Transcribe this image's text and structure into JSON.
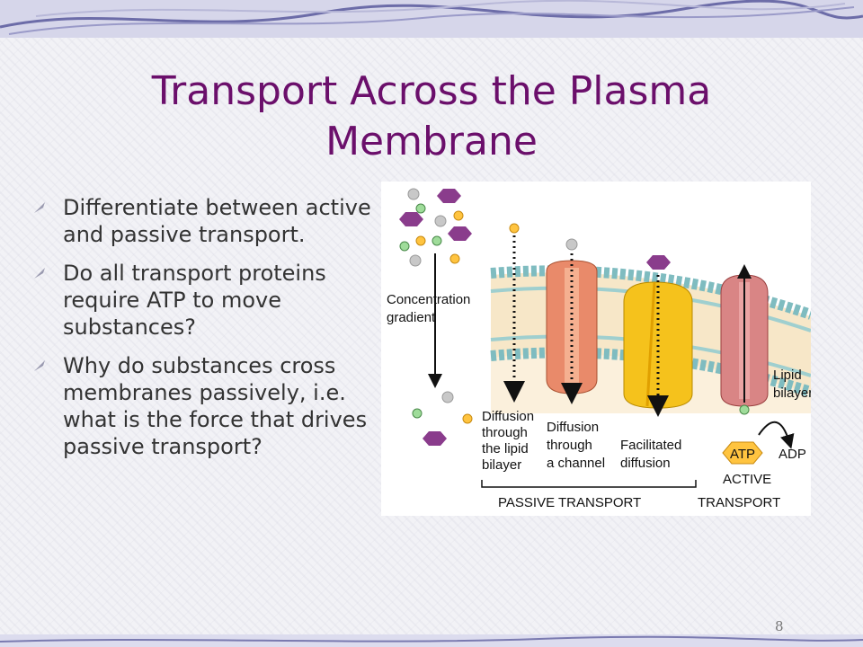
{
  "slide": {
    "title": "Transport Across the Plasma Membrane",
    "bullets": [
      "Differentiate between active and passive transport.",
      "Do all transport proteins require ATP to move substances?",
      "Why do substances cross membranes passively, i.e. what is the force that drives passive transport?"
    ],
    "page_number": "8"
  },
  "diagram": {
    "concentration_gradient": [
      "Concentration",
      "gradient"
    ],
    "diffusion_lipid": [
      "Diffusion",
      "through",
      "the lipid",
      "bilayer"
    ],
    "diffusion_channel": [
      "Diffusion",
      "through",
      "a channel"
    ],
    "facilitated": [
      "Facilitated",
      "diffusion"
    ],
    "atp": "ATP",
    "adp": "ADP",
    "active_transport": [
      "ACTIVE",
      "TRANSPORT"
    ],
    "passive_transport": "PASSIVE TRANSPORT",
    "lipid_bilayer": [
      "Lipid",
      "bilayer"
    ]
  },
  "colors": {
    "title": "#6b0f6b",
    "membrane_head": "#7fbcc0",
    "cytoplasm": "#fbf0dc",
    "channel": "#e98a6a",
    "carrier": "#f5c21c",
    "pump": "#d98585",
    "molecule_purple": "#8a3c8c"
  }
}
